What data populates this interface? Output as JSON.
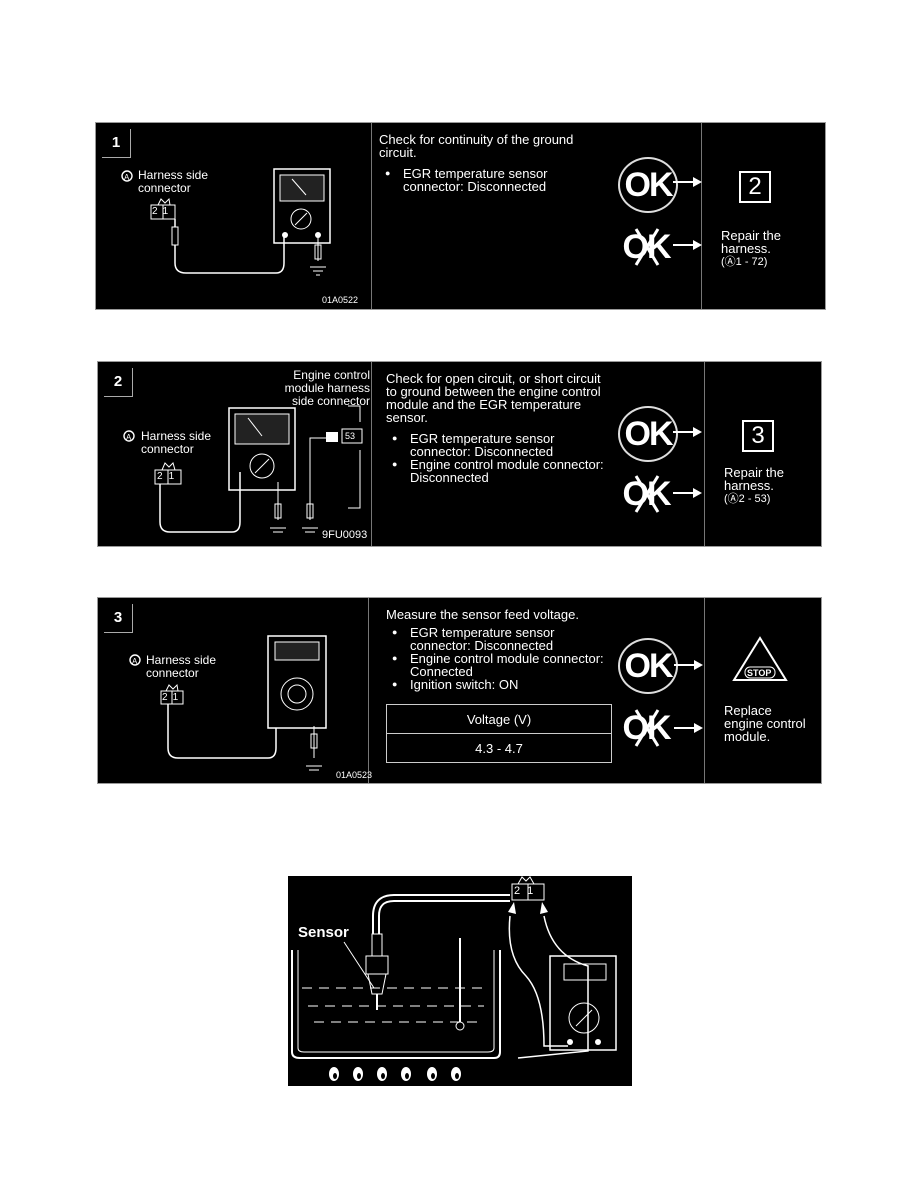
{
  "steps": [
    {
      "number": "1",
      "harness_label": "Harness side\nconnector",
      "pins": [
        "2",
        "1"
      ],
      "fig_code": "01A0522",
      "instruction": "Check for continuity of the ground circuit.",
      "bullets": [
        "EGR temperature sensor connector: Disconnected"
      ],
      "ok_label": "OK",
      "ng_label": "OK",
      "next_step": "2",
      "ng_result": "Repair the harness.",
      "ng_ref": "(Ⓐ1 - 72)"
    },
    {
      "number": "2",
      "ecm_label": "Engine control\nmodule harness\nside connector",
      "harness_label": "Harness side\nconnector",
      "pins": [
        "2",
        "1"
      ],
      "ecm_pin": "53",
      "fig_code": "9FU0093",
      "instruction": "Check for open circuit, or short circuit to ground between the engine control module and the EGR temperature sensor.",
      "bullets": [
        "EGR temperature sensor connector: Disconnected",
        "Engine control module connector: Disconnected"
      ],
      "ok_label": "OK",
      "ng_label": "OK",
      "next_step": "3",
      "ng_result": "Repair the harness.",
      "ng_ref": "(Ⓐ2 - 53)"
    },
    {
      "number": "3",
      "harness_label": "Harness side\nconnector",
      "pins": [
        "2",
        "1"
      ],
      "fig_code": "01A0523",
      "instruction": "Measure the sensor feed voltage.",
      "bullets": [
        "EGR temperature sensor connector: Disconnected",
        "Engine control module connector: Connected",
        "Ignition switch: ON"
      ],
      "table_header": "Voltage  (V)",
      "table_value": "4.3  -  4.7",
      "ok_label": "OK",
      "ng_label": "OK",
      "stop_label": "STOP",
      "ng_result": "Replace engine control module."
    }
  ],
  "figure": {
    "sensor_label": "Sensor",
    "pins": [
      "2",
      "1"
    ]
  }
}
